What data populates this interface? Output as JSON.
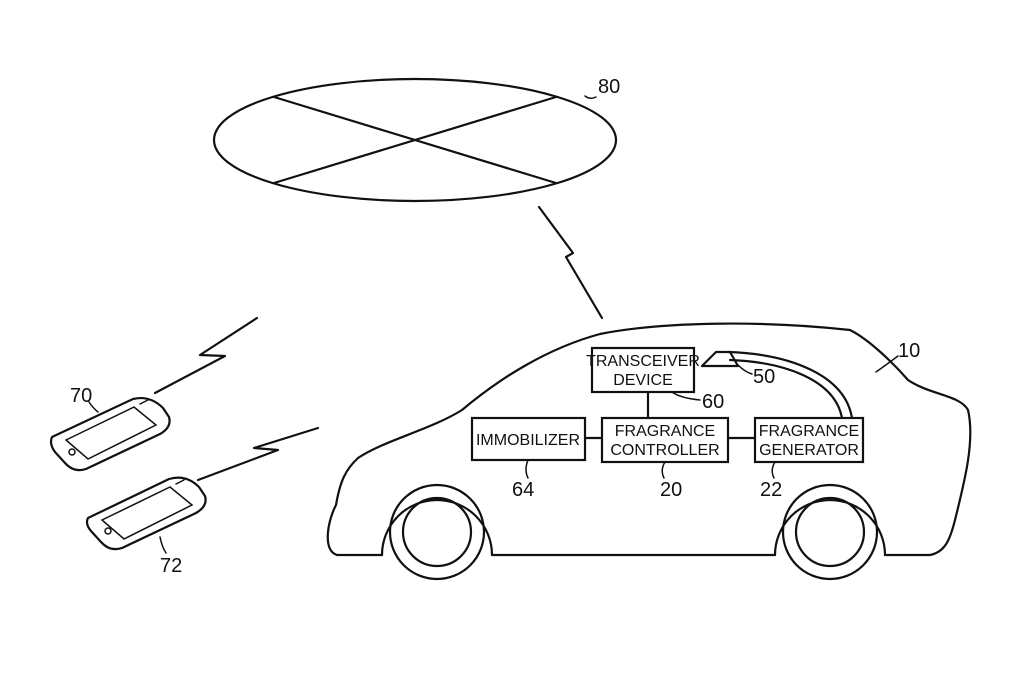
{
  "refs": {
    "server": "80",
    "vehicle": "10",
    "phone_a": "70",
    "phone_b": "72",
    "transceiver": "60",
    "antenna": "50",
    "immobilizer": "64",
    "controller": "20",
    "generator": "22"
  },
  "boxes": {
    "transceiver": {
      "line1": "TRANSCEIVER",
      "line2": "DEVICE"
    },
    "immobilizer": {
      "line1": "IMMOBILIZER"
    },
    "controller": {
      "line1": "FRAGRANCE",
      "line2": "CONTROLLER"
    },
    "generator": {
      "line1": "FRAGRANCE",
      "line2": "GENERATOR"
    }
  }
}
